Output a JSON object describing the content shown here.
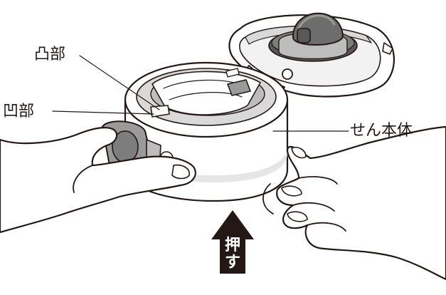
{
  "labels": {
    "convex": "凸部",
    "concave": "凹部",
    "body": "せん本体"
  },
  "arrow": {
    "line1": "押",
    "line2": "す"
  },
  "colors": {
    "ink": "#231815",
    "light_gray": "#d9d9d9",
    "mid_gray": "#9a9a9a",
    "dark_gray": "#595757",
    "white": "#ffffff"
  }
}
